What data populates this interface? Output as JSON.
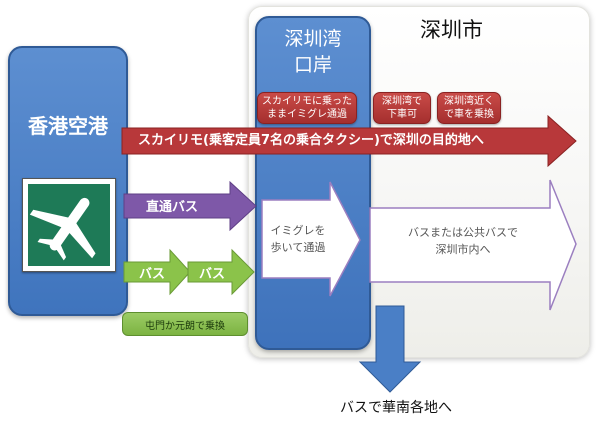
{
  "shenzhen_city": {
    "title": "深圳市"
  },
  "hk_airport": {
    "title": "香港空港",
    "sign_icon": "airplane-icon"
  },
  "port": {
    "title_line1": "深圳湾",
    "title_line2": "口岸"
  },
  "notes": {
    "skylimo_immigration": [
      "スカイリモに乗った",
      "ままイミグレ通過"
    ],
    "alight_at_shenzhen_bay": [
      "深圳湾で",
      "下車可"
    ],
    "transfer_near_bay": [
      "深圳湾近く",
      "で車を乗換"
    ],
    "tuen_mun_transfer": "屯門か元朗で乗換"
  },
  "routes": {
    "skylimo": "スカイリモ(乗客定員7名の乗合タクシー)で深圳の目的地へ",
    "direct_bus": "直通バス",
    "bus_1": "バス",
    "bus_2": "バス",
    "walk_through": [
      "イミグレを",
      "歩いて通過"
    ],
    "city_bus": [
      "バスまたは公共バスで",
      "深圳市内へ"
    ],
    "south_china": "バスで華南各地へ"
  },
  "colors": {
    "red_arrow": "#b8383a",
    "purple_arrow": "#7e58a8",
    "green_arrow": "#8bc34a",
    "blue_box": "#4a7fc6",
    "sign_green": "#1e7a57"
  }
}
